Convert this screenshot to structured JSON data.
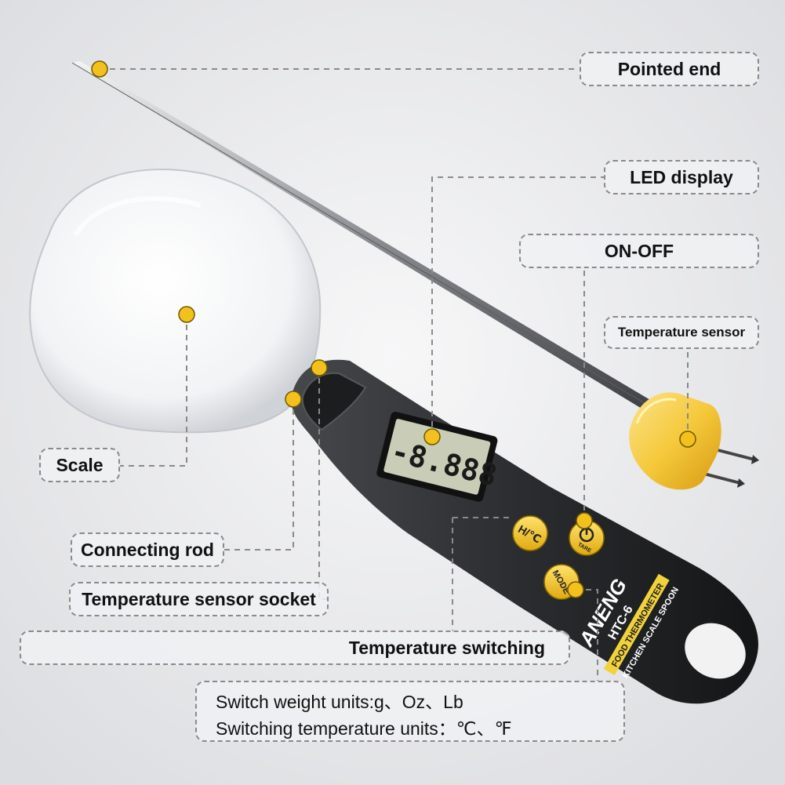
{
  "labels": {
    "pointed_end": "Pointed end",
    "led_display": "LED display",
    "on_off": "ON-OFF",
    "temperature_sensor": "Temperature sensor",
    "scale": "Scale",
    "connecting_rod": "Connecting rod",
    "temperature_sensor_socket": "Temperature sensor socket",
    "temperature_switching": "Temperature switching"
  },
  "notes": {
    "weight_units": "Switch weight units:g、Oz、Lb",
    "temperature_units": "Switching temperature units：℃、℉"
  },
  "device": {
    "brand": "ANENG",
    "model": "HTC-6",
    "tag_line": "FOOD THERMOMETER",
    "sub_line": "KITCHEN SCALE SPOON",
    "display_reading": "-8.888",
    "hold_button": "H/℃",
    "power_button": "TARE",
    "mode_button": "MODE"
  },
  "colors": {
    "marker": "#f3c11d",
    "handle": "#2b2c2f",
    "accent": "#f2d23a",
    "lcd": "#c9cdb7",
    "sensor_plug": "#f5c93b"
  }
}
